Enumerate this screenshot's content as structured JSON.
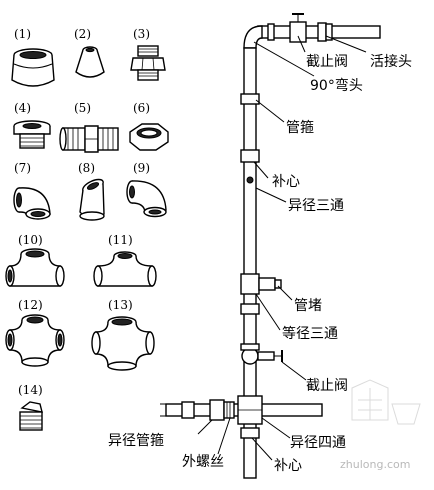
{
  "fittings": [
    {
      "num": "(1)"
    },
    {
      "num": "(2)"
    },
    {
      "num": "(3)"
    },
    {
      "num": "(4)"
    },
    {
      "num": "(5)"
    },
    {
      "num": "(6)"
    },
    {
      "num": "(7)"
    },
    {
      "num": "(8)"
    },
    {
      "num": "(9)"
    },
    {
      "num": "(10)"
    },
    {
      "num": "(11)"
    },
    {
      "num": "(12)"
    },
    {
      "num": "(13)"
    },
    {
      "num": "(14)"
    }
  ],
  "labels": {
    "stop_valve_top": "截止阀",
    "union": "活接头",
    "elbow_90": "90°弯头",
    "coupling": "管箍",
    "nipple_top": "补心",
    "reducing_tee": "异径三通",
    "plug": "管堵",
    "equal_tee": "等径三通",
    "stop_valve_bottom": "截止阀",
    "reducing_coupling": "异径管箍",
    "reducing_cross": "异径四通",
    "external_thread": "外螺丝",
    "nipple_bottom": "补心"
  },
  "watermark": {
    "line1": "zhulong.com"
  }
}
